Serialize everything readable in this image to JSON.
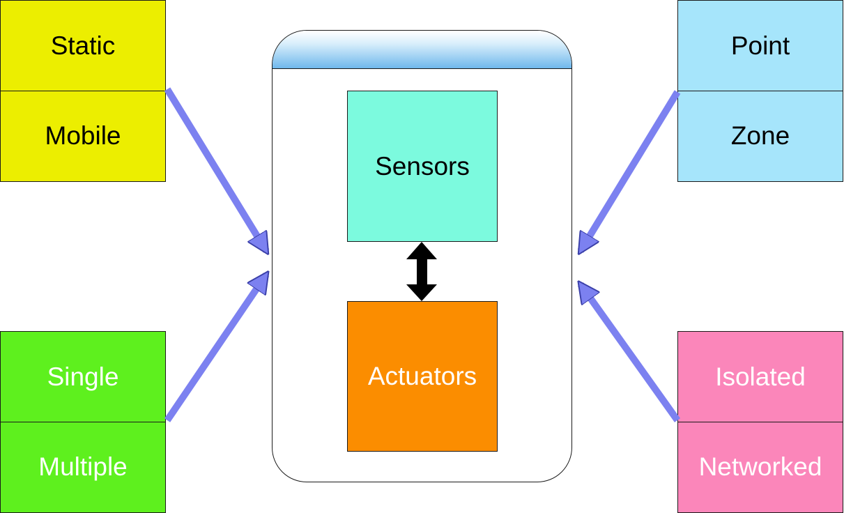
{
  "mobility": {
    "items": [
      "Static",
      "Mobile"
    ]
  },
  "scope": {
    "items": [
      "Point",
      "Zone"
    ]
  },
  "count": {
    "items": [
      "Single",
      "Multiple"
    ]
  },
  "connectivity": {
    "items": [
      "Isolated",
      "Networked"
    ]
  },
  "device": {
    "sensors": "Sensors",
    "actuators": "Actuators"
  },
  "colors": {
    "mobility": "#ecee00",
    "scope": "#a6e5fb",
    "count": "#5ef01e",
    "connectivity": "#fb86ba",
    "sensors": "#7cfade",
    "actuators": "#fb8d00",
    "arrow": "#7c81f0"
  }
}
